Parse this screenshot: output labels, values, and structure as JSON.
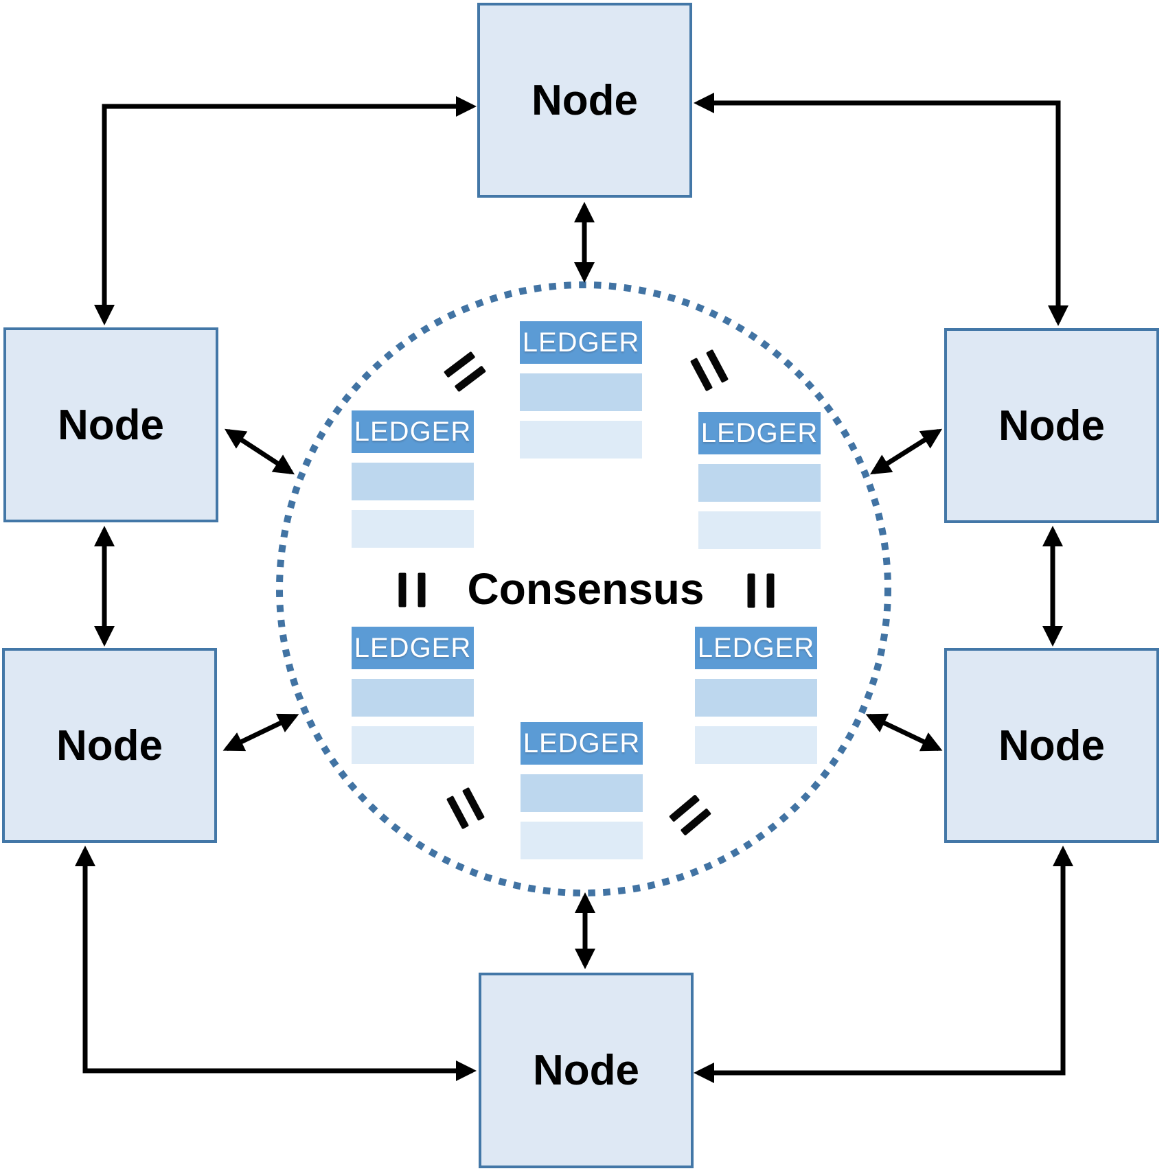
{
  "diagram": {
    "kind": "blockchain-consensus-network",
    "center": {
      "label": "Consensus"
    },
    "nodes": [
      {
        "id": "top",
        "label": "Node"
      },
      {
        "id": "upper-left",
        "label": "Node"
      },
      {
        "id": "upper-right",
        "label": "Node"
      },
      {
        "id": "lower-left",
        "label": "Node"
      },
      {
        "id": "lower-right",
        "label": "Node"
      },
      {
        "id": "bottom",
        "label": "Node"
      }
    ],
    "ledgers": [
      {
        "id": "top-center",
        "label": "LEDGER"
      },
      {
        "id": "upper-left",
        "label": "LEDGER"
      },
      {
        "id": "upper-right",
        "label": "LEDGER"
      },
      {
        "id": "lower-left",
        "label": "LEDGER"
      },
      {
        "id": "lower-right",
        "label": "LEDGER"
      },
      {
        "id": "bottom-center",
        "label": "LEDGER"
      }
    ],
    "symbols": {
      "equals_icon": "rotated-equals-sign",
      "equals_count": 6,
      "dotted_circle": "consensus-boundary",
      "arrows": "double-headed-black-arrows"
    },
    "colors": {
      "node_fill": "#dee8f4",
      "node_border": "#4377a7",
      "ledger_header": "#5b9bd5",
      "ledger_row_medium": "#bdd7ee",
      "ledger_row_light": "#deebf7",
      "circle_dots": "#4173a3",
      "arrow": "#000000",
      "ledger_text": "#ffffff",
      "label_text": "#000000"
    }
  }
}
